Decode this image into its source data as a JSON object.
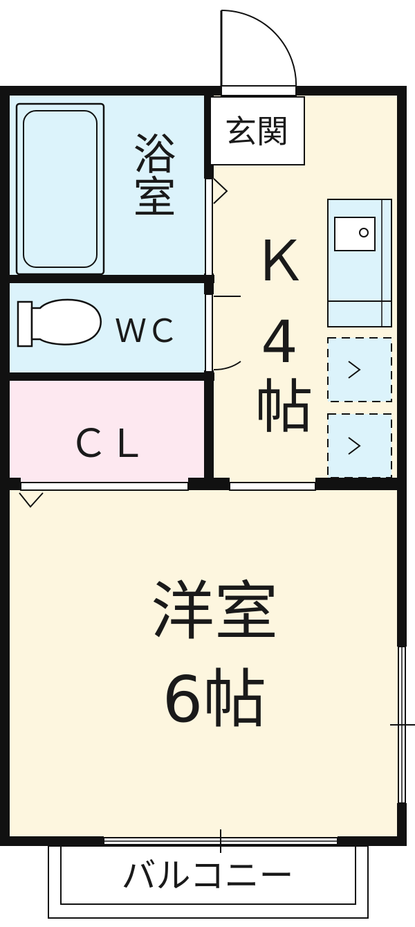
{
  "rooms": {
    "entrance": "玄関",
    "bath": "浴室",
    "wc": "ＷＣ",
    "closet": "ＣＬ",
    "kitchen_label": "Ｋ",
    "kitchen_size": "4帖",
    "western_label": "洋室",
    "western_size": "6帖",
    "balcony": "バルコニー"
  },
  "colors": {
    "wall": "#111111",
    "bath": "#dcf3fb",
    "wc": "#dcf3fb",
    "closet": "#fde8f0",
    "floor": "#fdf6df",
    "kitchen_unit": "#dcf3fb"
  }
}
